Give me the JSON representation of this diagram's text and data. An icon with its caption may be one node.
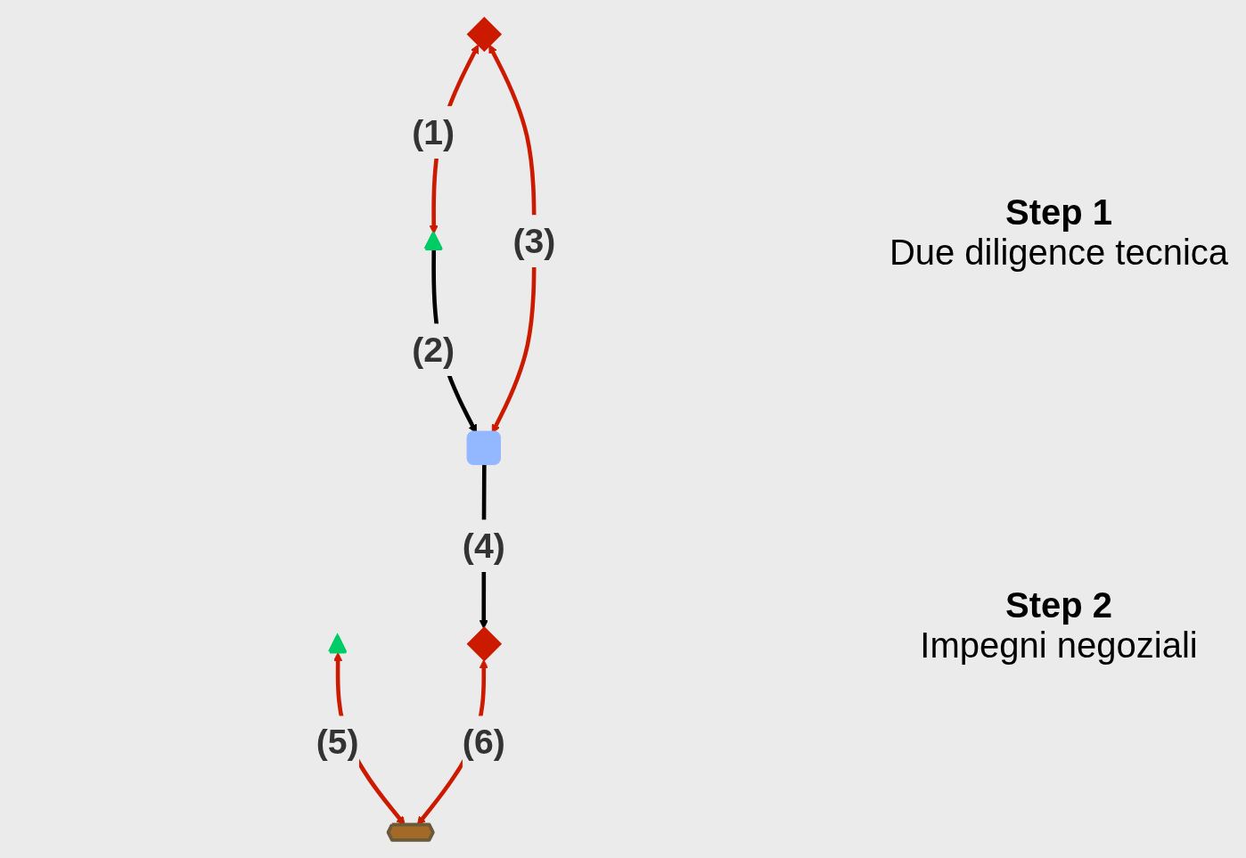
{
  "diagram": {
    "nodes": [
      {
        "text": [],
        "shape": "diamond"
      },
      {
        "text": [],
        "shape": "triangle"
      },
      {
        "text": [],
        "shape": "box"
      },
      {
        "text": [],
        "shape": "diamond"
      },
      {
        "text": [],
        "shape": "triangle"
      },
      {
        "text": [],
        "shape": "hexagon"
      }
    ],
    "edges": [
      {
        "from": 0,
        "to": 1,
        "arrow": "both",
        "label": "(1)"
      },
      {
        "from": 1,
        "to": 2,
        "arrow": "to",
        "label": "(2)",
        "color": "#000000"
      },
      {
        "from": 0,
        "to": 2,
        "arrow": "both",
        "label": "(3)"
      },
      {
        "from": 2,
        "to": 3,
        "arrow": "to",
        "label": "(4)",
        "color": "#000000"
      },
      {
        "from": 4,
        "to": 5,
        "arrow": "both",
        "label": "(5)"
      },
      {
        "from": 3,
        "to": 5,
        "arrow": "both",
        "label": "(6)"
      }
    ],
    "labels": [
      "Step 1",
      "Due diligence tecnica",
      "Step 2",
      "Impegni negoziali"
    ]
  }
}
